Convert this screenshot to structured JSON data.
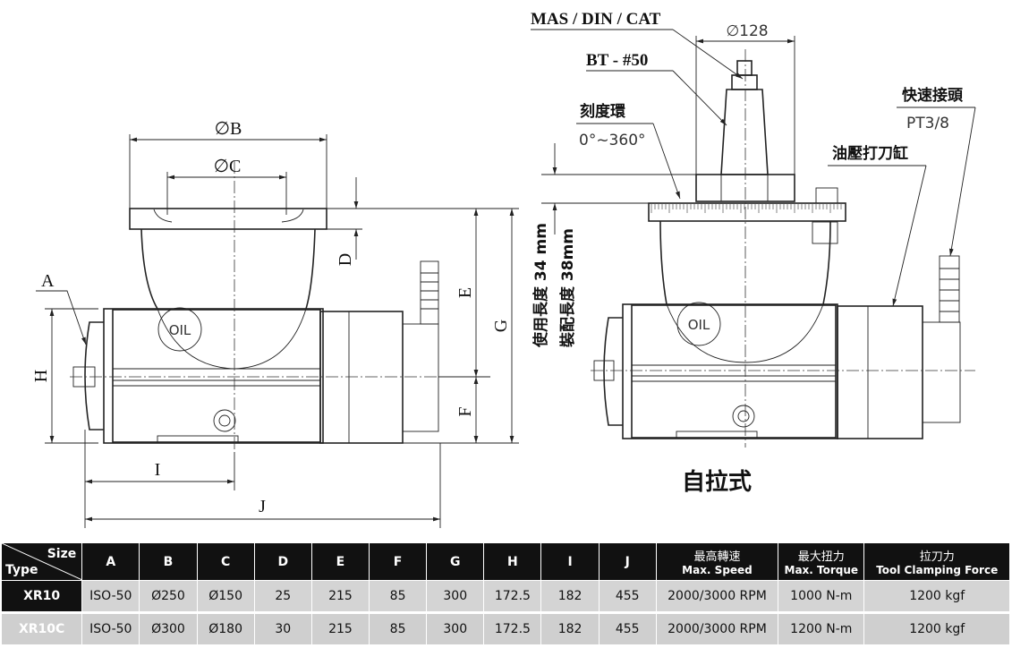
{
  "drawing": {
    "left_labels": {
      "A": "A",
      "B": "B",
      "C": "C",
      "D": "D",
      "E": "E",
      "F": "F",
      "G": "G",
      "H": "H",
      "I": "I",
      "J": "J",
      "phi_b": "∅B",
      "phi_c": "∅C",
      "oil": "OIL"
    },
    "right_labels": {
      "mas_din_cat": "MAS / DIN / CAT",
      "bt50": "BT - #50",
      "phi128": "∅128",
      "scale_ring": "刻度環",
      "scale_range": "0°~360°",
      "quick_coupler": "快速接頭",
      "pt38": "PT3/8",
      "hydraulic_cylinder": "油壓打刀缸",
      "use_length": "使用長度 34 mm",
      "fit_length": "裝配長度 38mm",
      "oil": "OIL",
      "self_pull": "自拉式"
    }
  },
  "table": {
    "header": {
      "size": "Size",
      "type": "Type",
      "cols": [
        "A",
        "B",
        "C",
        "D",
        "E",
        "F",
        "G",
        "H",
        "I",
        "J"
      ],
      "speed_cn": "最高轉速",
      "speed_en": "Max. Speed",
      "torque_cn": "最大扭力",
      "torque_en": "Max. Torque",
      "clamp_cn": "拉刀力",
      "clamp_en": "Tool Clamping Force"
    },
    "rows": [
      {
        "type": "XR10",
        "a": "ISO-50",
        "b": "Ø250",
        "c": "Ø150",
        "d": "25",
        "e": "215",
        "f": "85",
        "g": "300",
        "h": "172.5",
        "i": "182",
        "j": "455",
        "speed": "2000/3000 RPM",
        "torque": "1000 N-m",
        "clamp": "1200 kgf"
      },
      {
        "type": "XR10C",
        "a": "ISO-50",
        "b": "Ø300",
        "c": "Ø180",
        "d": "30",
        "e": "215",
        "f": "85",
        "g": "300",
        "h": "172.5",
        "i": "182",
        "j": "455",
        "speed": "2000/3000 RPM",
        "torque": "1200 N-m",
        "clamp": "1200 kgf"
      }
    ]
  }
}
